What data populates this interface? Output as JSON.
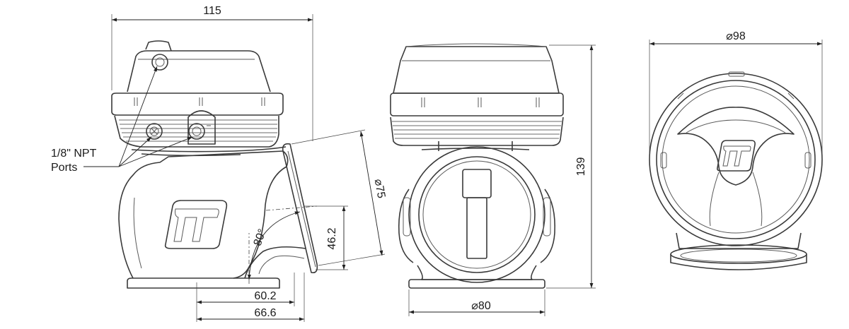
{
  "dimensions": {
    "width_side": "115",
    "face_diameter": "⌀75",
    "outlet_height": "46.2",
    "angle": "80°",
    "outlet_inner": "60.2",
    "outlet_outer": "66.6",
    "height": "139",
    "bottom_diameter": "⌀80",
    "top_diameter": "⌀98"
  },
  "callouts": {
    "ports_line1": "1/8\" NPT",
    "ports_line2": "Ports"
  },
  "icons": [
    "turbosmart-logo-icon",
    "hex-plug-icon",
    "port-fitting-icon"
  ],
  "colors": {
    "line": "#3a3a3a",
    "text": "#1a1a1a",
    "background": "#ffffff"
  }
}
